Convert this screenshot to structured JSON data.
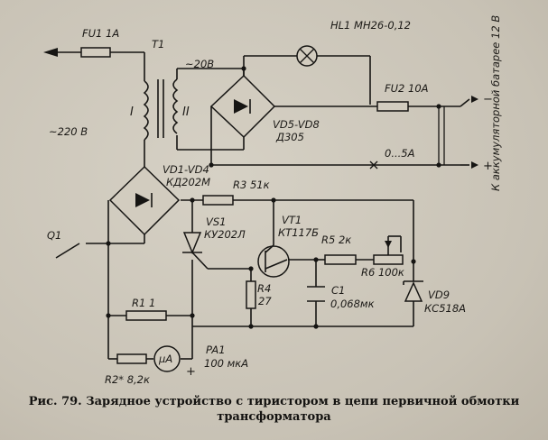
{
  "caption": {
    "line1": "Рис. 79. Зарядное устройство с тиристором в цепи первичной обмотки",
    "line2": "трансформатора"
  },
  "labels": {
    "fu1": "FU1 1А",
    "t1": "T1",
    "hl1": "HL1 МН26-0,12",
    "v20": "~20В",
    "w1": "I",
    "w2": "II",
    "v220": "~220 В",
    "vd5": "VD5-VD8",
    "d305": "Д305",
    "fu2": "FU2 10А",
    "range": "0...5А",
    "battery": "К аккумуляторной батарее 12 В",
    "plus": "+",
    "minus": "−",
    "vd1": "VD1-VD4",
    "kd202": "КД202М",
    "r3": "R3 51к",
    "vs1": "VS1",
    "ku202": "КУ202Л",
    "vt1": "VT1",
    "kt117": "КТ117Б",
    "r5": "R5 2к",
    "r6": "R6 100к",
    "q1": "Q1",
    "r4": "R4",
    "r4v": "27",
    "c1": "C1",
    "c1v": "0,068мк",
    "vd9": "VD9",
    "ks518": "КС518А",
    "r1": "R1  1",
    "r2": "R2* 8,2к",
    "mua": "µA",
    "pa1": "PA1",
    "pa1v": "100 мкА",
    "pa_plus": "+"
  }
}
